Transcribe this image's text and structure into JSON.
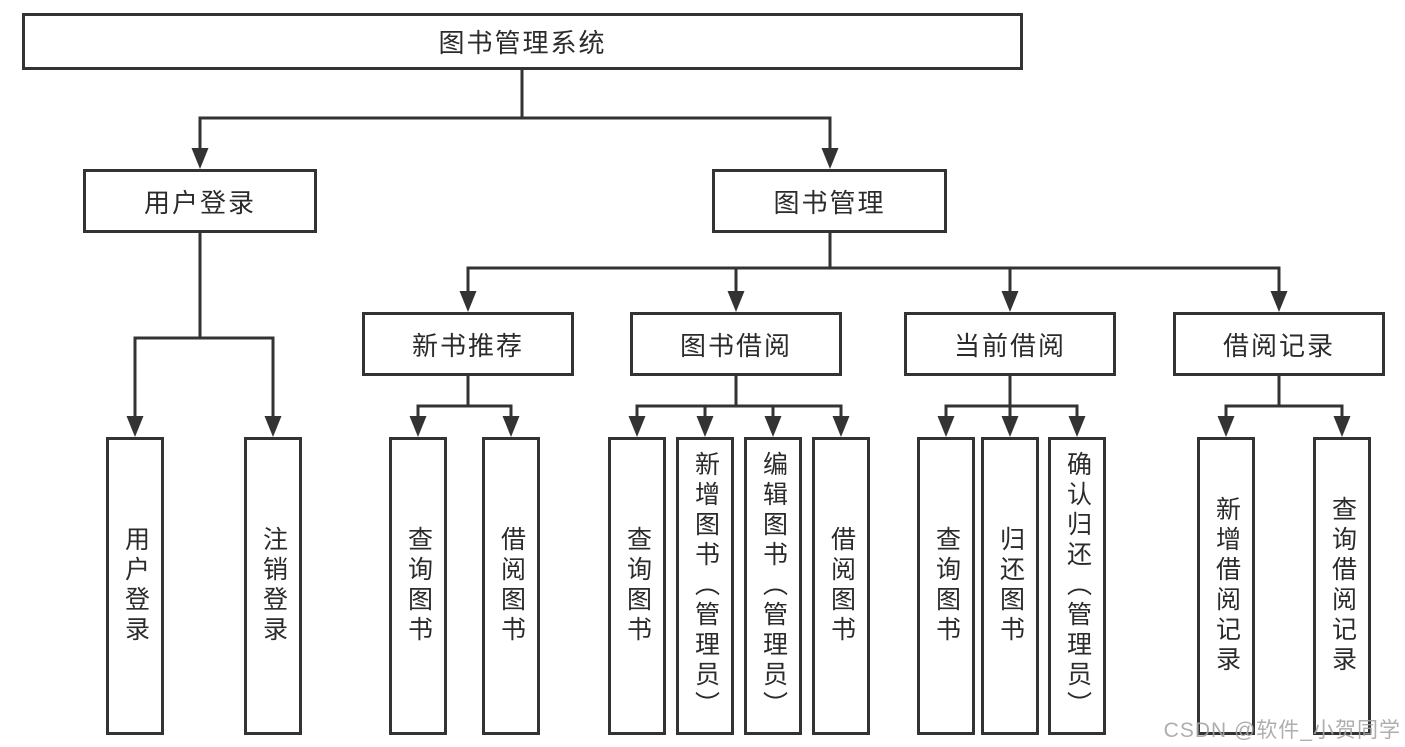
{
  "diagram": {
    "root": "图书管理系统",
    "login": {
      "label": "用户登录",
      "leaves": [
        "用户登录",
        "注销登录"
      ]
    },
    "mgmt": {
      "label": "图书管理",
      "groups": [
        {
          "label": "新书推荐",
          "leaves": [
            "查询图书",
            "借阅图书"
          ]
        },
        {
          "label": "图书借阅",
          "leaves": [
            "查询图书",
            "新增图书（管理员）",
            "编辑图书（管理员）",
            "借阅图书"
          ]
        },
        {
          "label": "当前借阅",
          "leaves": [
            "查询图书",
            "归还图书",
            "确认归还（管理员）"
          ]
        },
        {
          "label": "借阅记录",
          "leaves": [
            "新增借阅记录",
            "查询借阅记录"
          ]
        }
      ]
    }
  },
  "watermark": {
    "text": "CSDN @软件_小贺同学"
  },
  "colors": {
    "line": "#333333",
    "text": "#2b2b2b",
    "watermark": "#a6a6a6",
    "background": "#ffffff"
  }
}
